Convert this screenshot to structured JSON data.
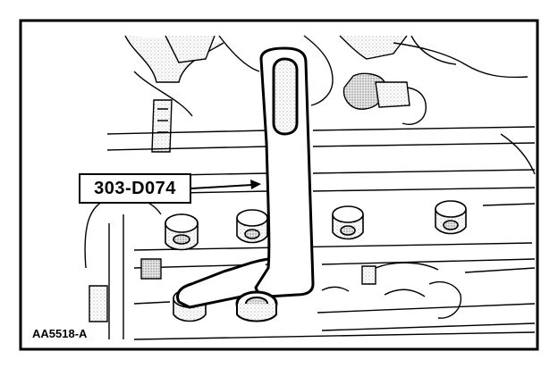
{
  "callout": {
    "tool_number": "303-D074"
  },
  "figure": {
    "id": "AA5518-A"
  },
  "icons": {
    "tool": "special-service-tool-303-d074",
    "engine": "engine-cylinder-head-illustration"
  }
}
